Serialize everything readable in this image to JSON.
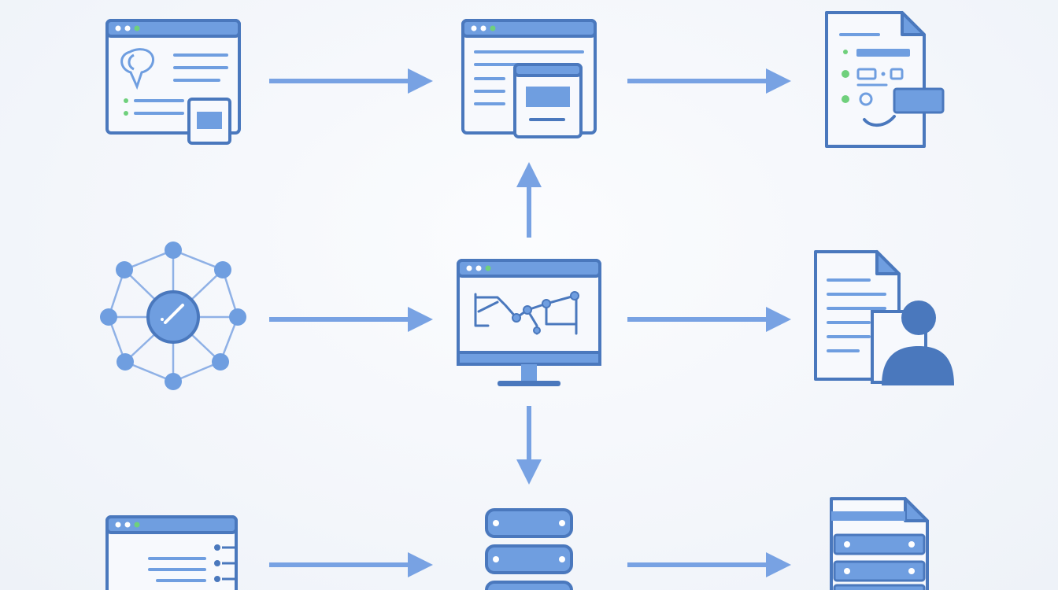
{
  "colors": {
    "stroke": "#4a78bd",
    "fill": "#6f9ee0",
    "fill_light": "#f7f9fd",
    "arrow": "#78a2e3",
    "dot_green": "#6fd07c",
    "dot_blue": "#6f9ee0",
    "network": "#8fb1e6"
  },
  "icons": [
    {
      "id": "browser-profile",
      "icon": "browser-window-profile-icon"
    },
    {
      "id": "browser-dialog",
      "icon": "browser-window-dialog-icon"
    },
    {
      "id": "document-form",
      "icon": "document-form-icon"
    },
    {
      "id": "network",
      "icon": "network-hub-icon"
    },
    {
      "id": "monitor-chart",
      "icon": "monitor-line-chart-icon"
    },
    {
      "id": "document-user",
      "icon": "document-user-icon"
    },
    {
      "id": "browser-list",
      "icon": "browser-window-list-icon"
    },
    {
      "id": "database",
      "icon": "database-server-icon"
    },
    {
      "id": "document-server",
      "icon": "document-server-icon"
    }
  ],
  "connections": [
    {
      "from": "browser-profile",
      "to": "browser-dialog",
      "direction": "right"
    },
    {
      "from": "browser-dialog",
      "to": "document-form",
      "direction": "right"
    },
    {
      "from": "network",
      "to": "monitor-chart",
      "direction": "right"
    },
    {
      "from": "monitor-chart",
      "to": "document-user",
      "direction": "right"
    },
    {
      "from": "monitor-chart",
      "to": "browser-dialog",
      "direction": "up"
    },
    {
      "from": "monitor-chart",
      "to": "database",
      "direction": "down"
    },
    {
      "from": "browser-list",
      "to": "database",
      "direction": "right"
    },
    {
      "from": "database",
      "to": "document-server",
      "direction": "right"
    }
  ]
}
